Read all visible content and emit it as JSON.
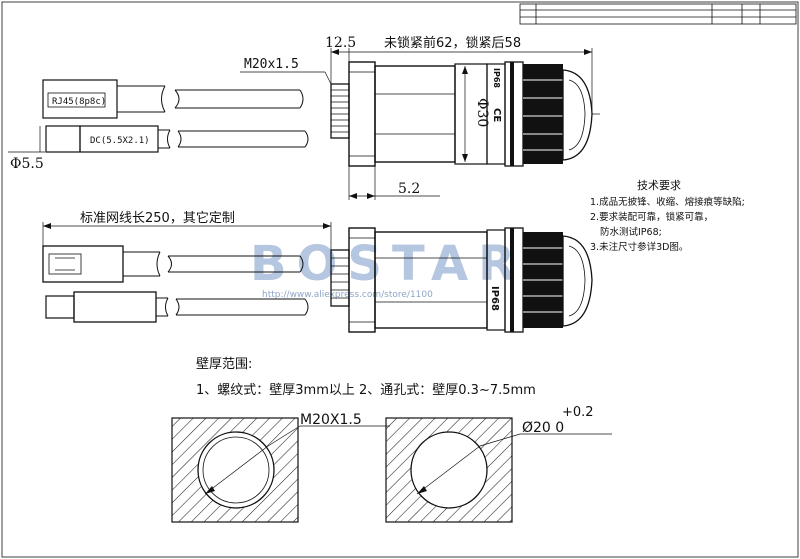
{
  "dims": {
    "d12_5": "12.5",
    "length_note": "未锁紧前62，锁紧后58",
    "thread": "M20x1.5",
    "dia30": "Φ30",
    "d5_2": "5.2",
    "dia5_5": "Φ5.5",
    "cable_note": "标准网线长250，其它定制"
  },
  "plugs": {
    "rj45": "RJ45(8p8c)",
    "dc": "DC(5.5X2.1)"
  },
  "body_marks": {
    "top_ce": "CE",
    "top_ip": "IP68",
    "bottom_ip": "IP68"
  },
  "tech": {
    "title": "技术要求",
    "items": [
      "1.成品无披锋、收缩、熔接痕等缺陷;",
      "2.要求装配可靠，锁紧可靠，",
      "防水测试IP68;",
      "3.未注尺寸参详3D图。"
    ]
  },
  "wall": {
    "title": "壁厚范围:",
    "line": "1、螺纹式：壁厚3mm以上 2、通孔式：壁厚0.3~7.5mm",
    "left_label": "M20X1.5",
    "right_label": "Ø20 0",
    "right_tol": "+0.2"
  },
  "watermark": {
    "logo": "BOSTAR",
    "url": "http://www.aliexpress.com/store/1100"
  }
}
